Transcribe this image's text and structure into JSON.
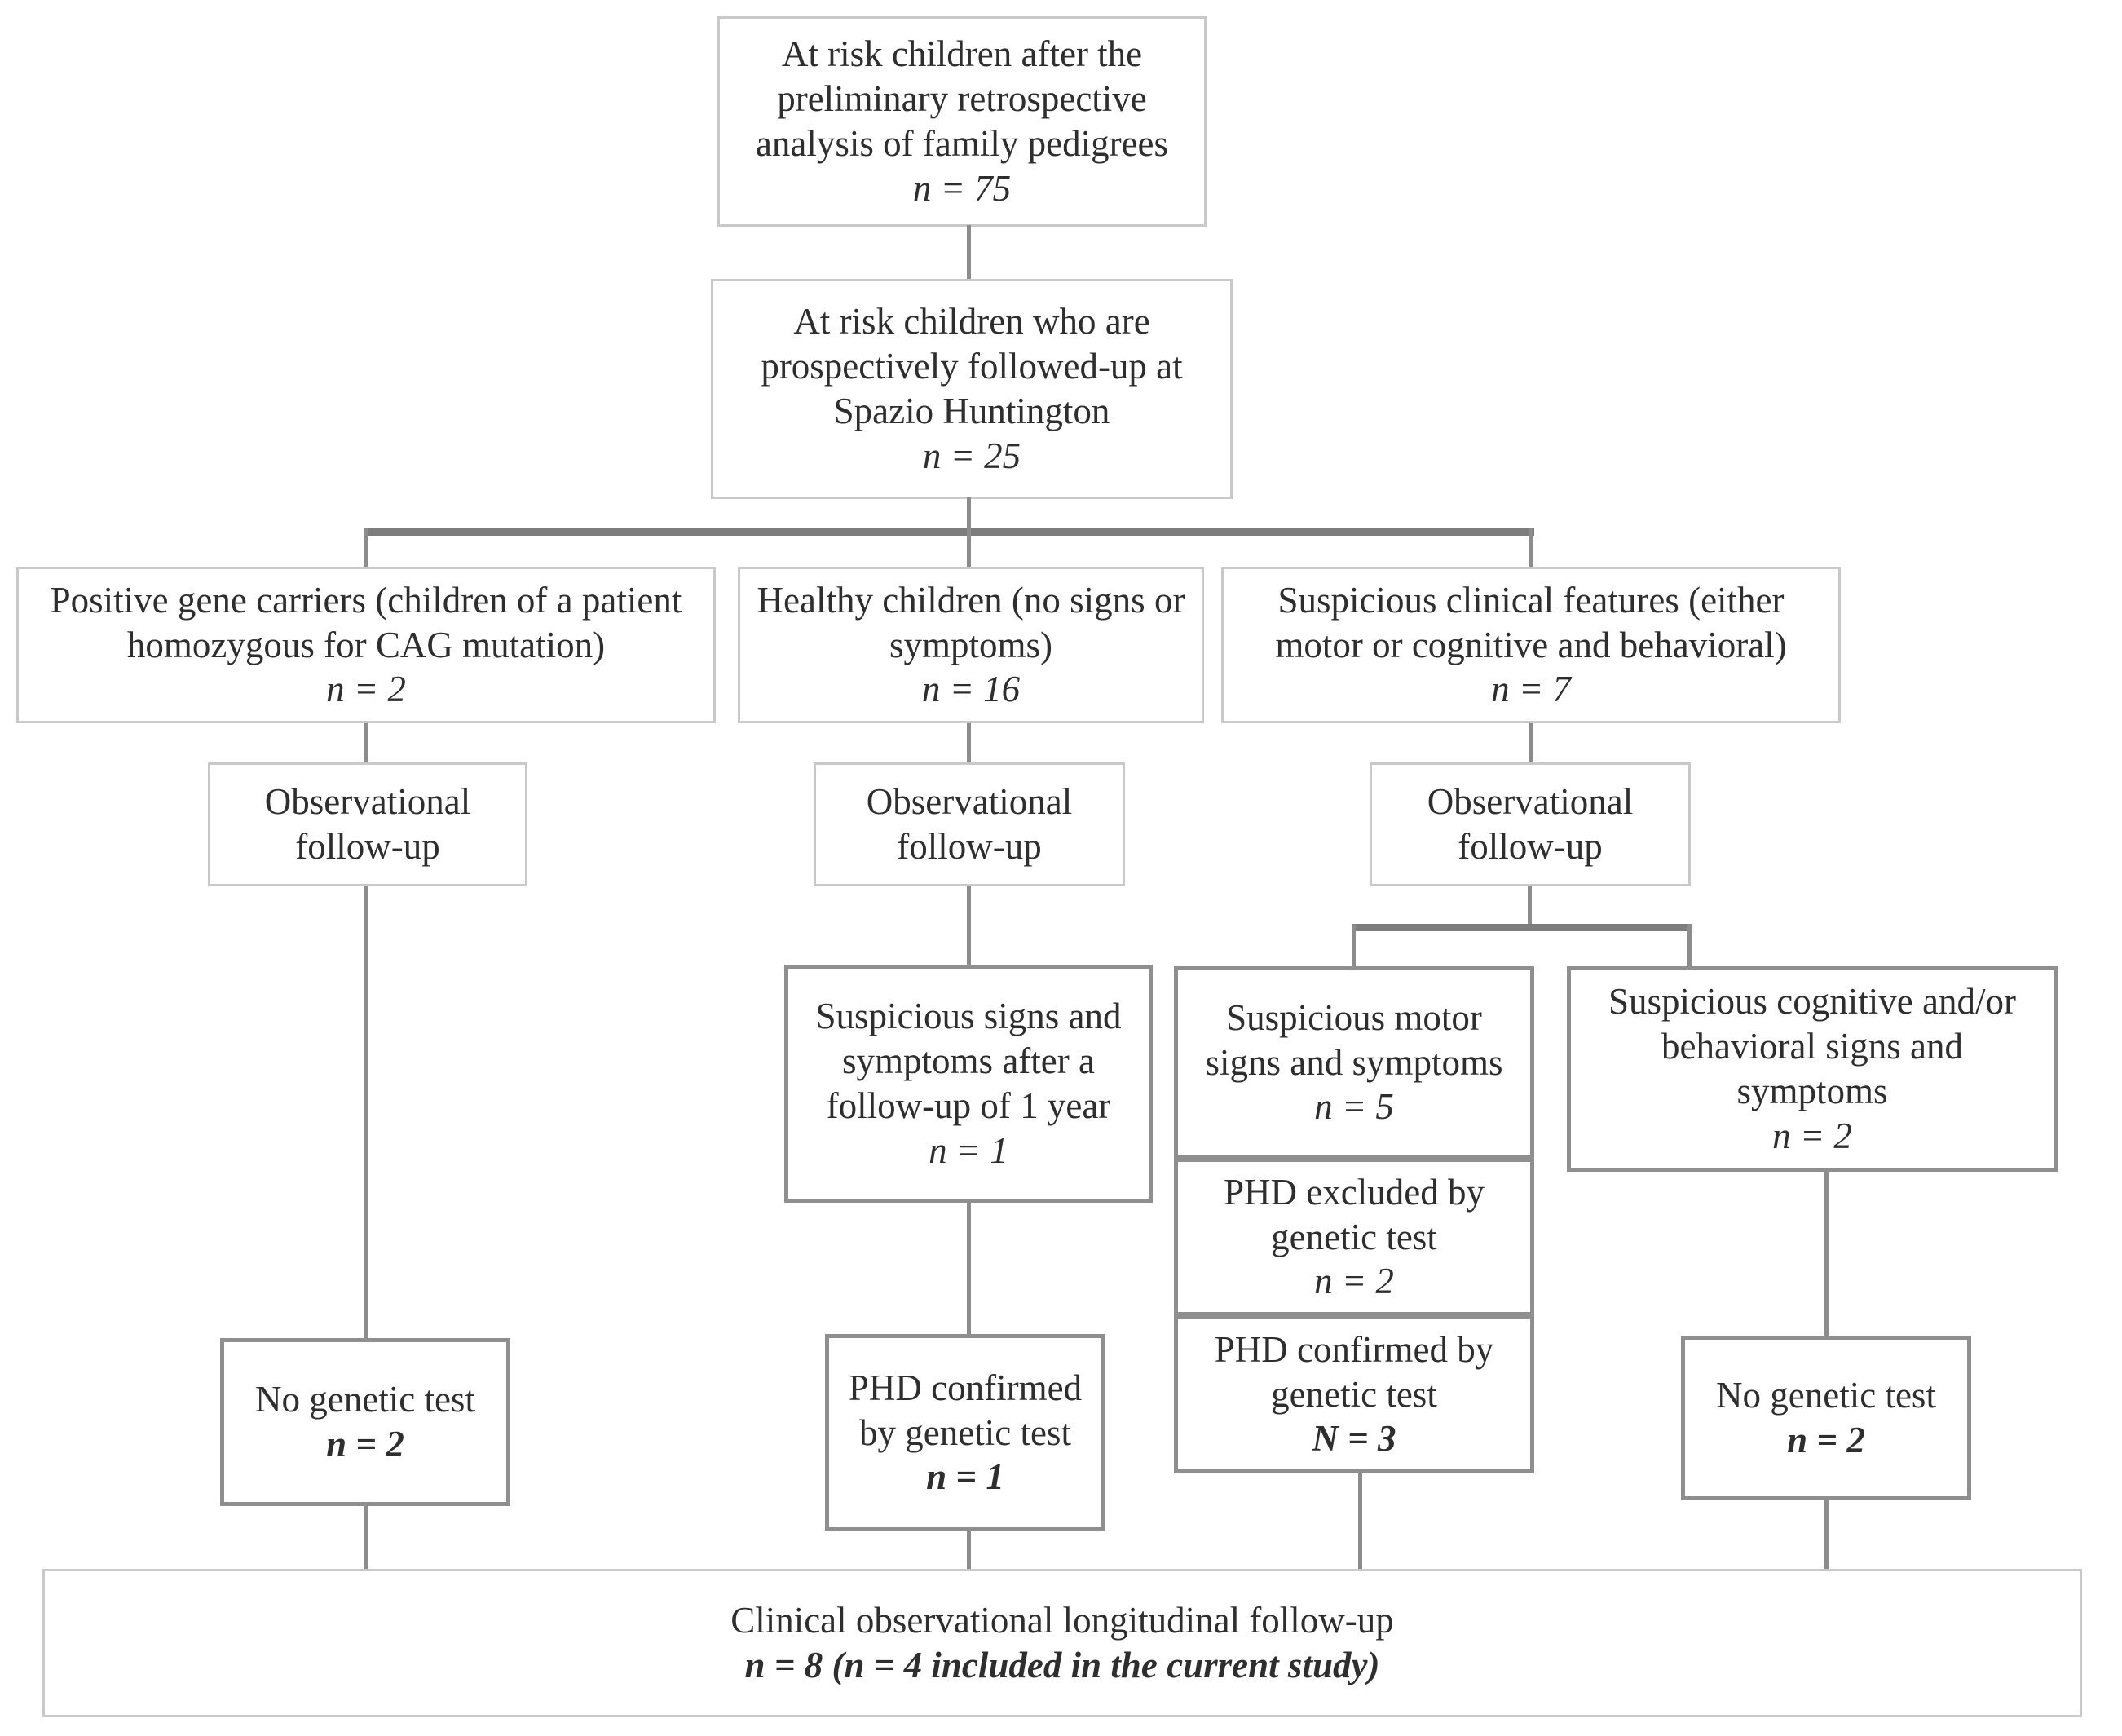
{
  "flowchart": {
    "nodes": {
      "top": {
        "text": "At risk children after the preliminary retrospective analysis of family pedigrees",
        "n": "n = 75"
      },
      "prospective": {
        "text": "At risk children who are prospectively followed-up at Spazio Huntington",
        "n": "n = 25"
      },
      "gene_carriers": {
        "text": "Positive gene carriers (children of a patient homozygous for CAG mutation)",
        "n": "n = 2"
      },
      "healthy": {
        "text": "Healthy children (no signs or symptoms)",
        "n": "n = 16"
      },
      "suspicious_features": {
        "text": "Suspicious clinical features (either motor or cognitive and behavioral)",
        "n": "n = 7"
      },
      "obs_left": {
        "text": "Observational follow-up"
      },
      "obs_mid": {
        "text": "Observational follow-up"
      },
      "obs_right": {
        "text": "Observational follow-up"
      },
      "suspicious_signs": {
        "text": "Suspicious signs and symptoms after a follow-up of 1 year",
        "n": "n = 1"
      },
      "motor": {
        "text": "Suspicious motor signs and symptoms",
        "n": "n = 5"
      },
      "phd_excluded": {
        "text": "PHD excluded by genetic test",
        "n": "n = 2"
      },
      "phd_confirmed_motor": {
        "text": "PHD confirmed by genetic test",
        "n": "N = 3"
      },
      "cognitive": {
        "text": "Suspicious cognitive and/or behavioral signs and symptoms",
        "n": "n = 2"
      },
      "no_test_left": {
        "text": "No genetic test",
        "n": "n = 2"
      },
      "phd_confirmed_mid": {
        "text": "PHD confirmed by genetic test",
        "n": "n = 1"
      },
      "no_test_right": {
        "text": "No genetic test",
        "n": "n = 2"
      },
      "final": {
        "text": "Clinical observational longitudinal follow-up",
        "n": "n = 8 (n = 4 included in the current study)"
      }
    },
    "colors": {
      "border_light": "#c9c9c9",
      "border_dark": "#8f8f8f",
      "line": "#8c8c8c",
      "text": "#2e2e2e"
    }
  }
}
